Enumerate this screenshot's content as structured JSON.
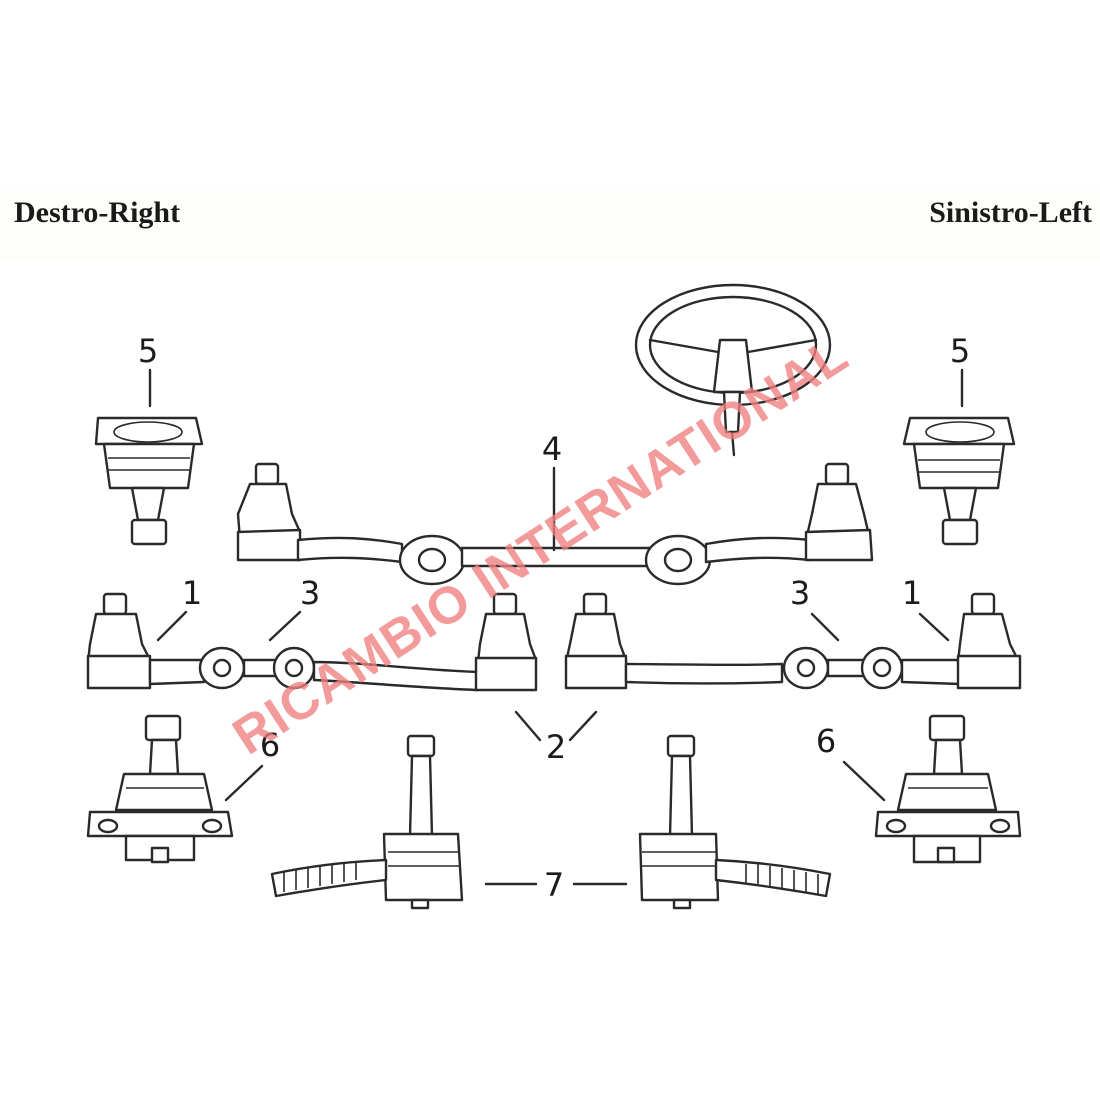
{
  "labels": {
    "right_side": "Destro-Right",
    "left_side": "Sinistro-Left"
  },
  "part_numbers": {
    "n1a": "1",
    "n1b": "1",
    "n2": "2",
    "n3a": "3",
    "n3b": "3",
    "n4": "4",
    "n5a": "5",
    "n5b": "5",
    "n6a": "6",
    "n6b": "6",
    "n7": "7"
  },
  "watermark": {
    "text": "RICAMBIO INTERNATIONAL",
    "color": "#f08080"
  },
  "colors": {
    "line": "#2a2a2a",
    "background": "#ffffff"
  }
}
